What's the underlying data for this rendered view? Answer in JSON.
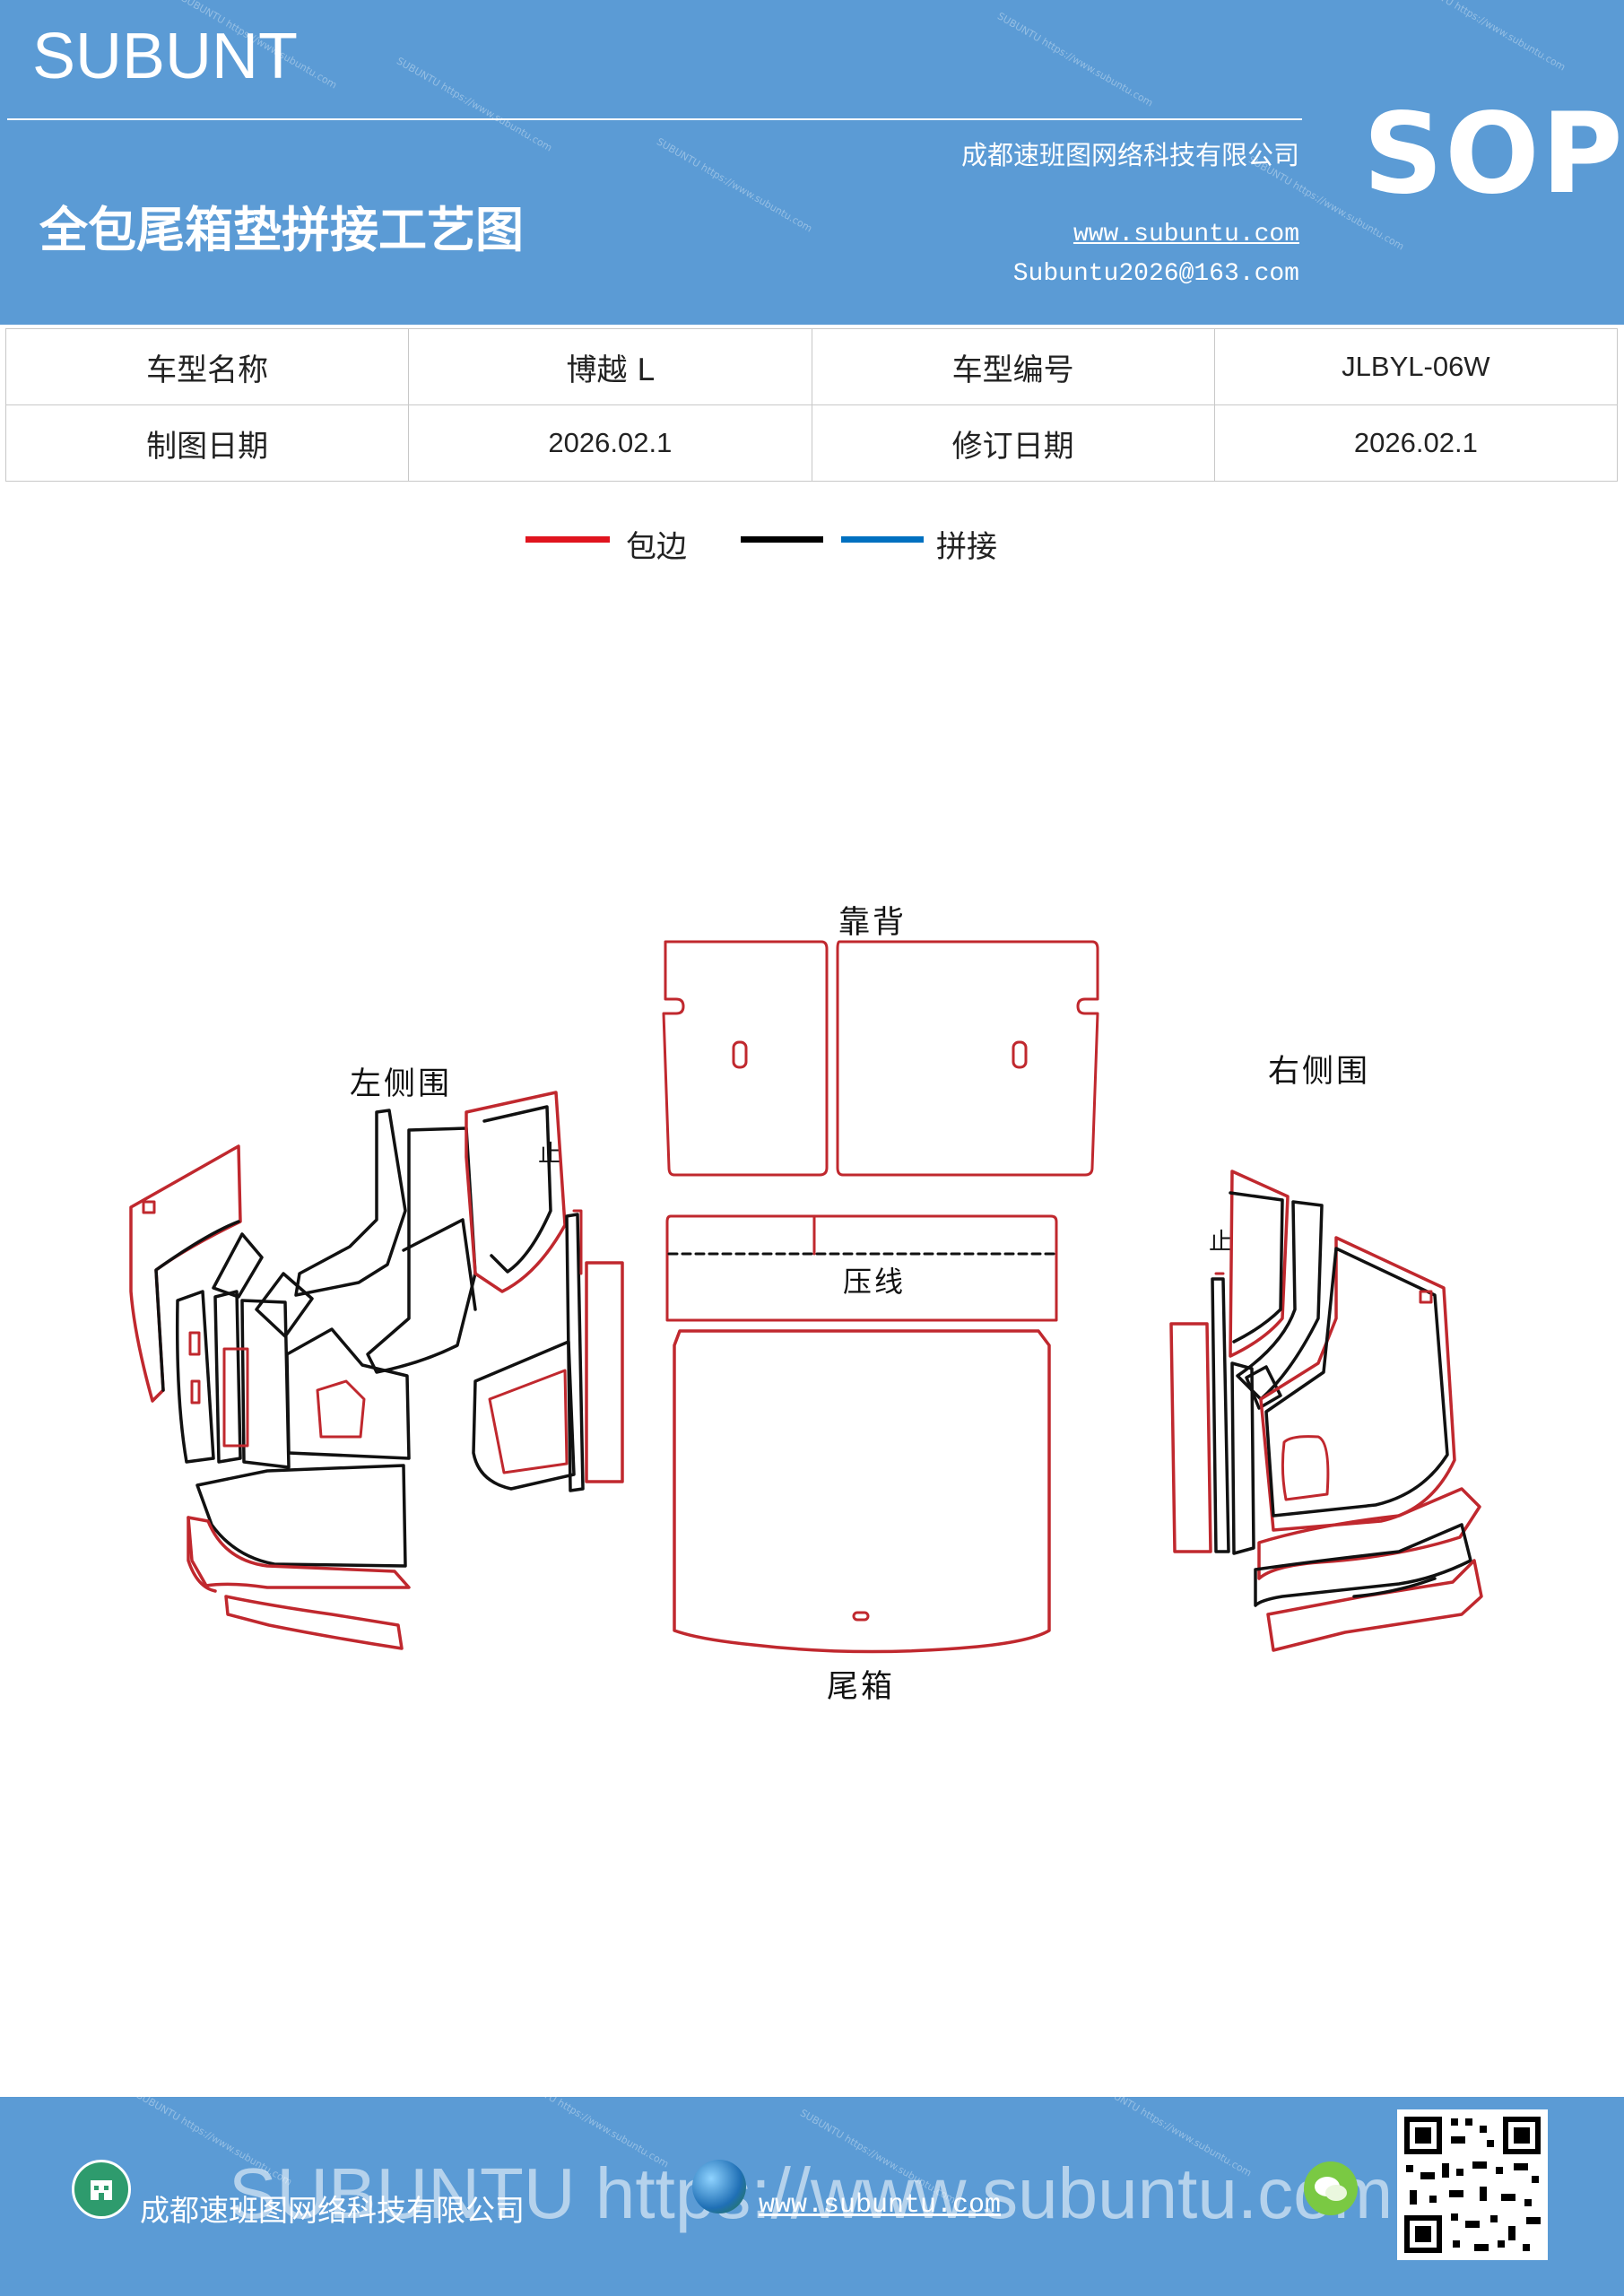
{
  "header": {
    "brand": "SUBUNT",
    "title": "全包尾箱垫拼接工艺图",
    "company": "成都速班图网络科技有限公司",
    "website": "www.subuntu.com",
    "email": "Subuntu2026@163.com",
    "badge": "SOP"
  },
  "info_table": {
    "model_name_label": "车型名称",
    "model_name_value": "博越 L",
    "model_code_label": "车型编号",
    "model_code_value": "JLBYL-06W",
    "draw_date_label": "制图日期",
    "draw_date_value": "2026.02.1",
    "revise_date_label": "修订日期",
    "revise_date_value": "2026.02.1"
  },
  "legend": {
    "edge_label": "包边",
    "edge_color": "#e0141e",
    "seam_label": "拼接",
    "seam_colors": [
      "#000000",
      "#0070c0"
    ]
  },
  "diagram": {
    "backrest": "靠背",
    "left_side": "左侧围",
    "right_side": "右侧围",
    "press_line": "压线",
    "trunk": "尾箱",
    "stop_mark": "止",
    "outline_color": "#c0282e"
  },
  "footer": {
    "company": "成都速班图网络科技有限公司",
    "website": "www.subuntu.com",
    "watermark": "SUBUNTU https://www.subuntu.com"
  }
}
